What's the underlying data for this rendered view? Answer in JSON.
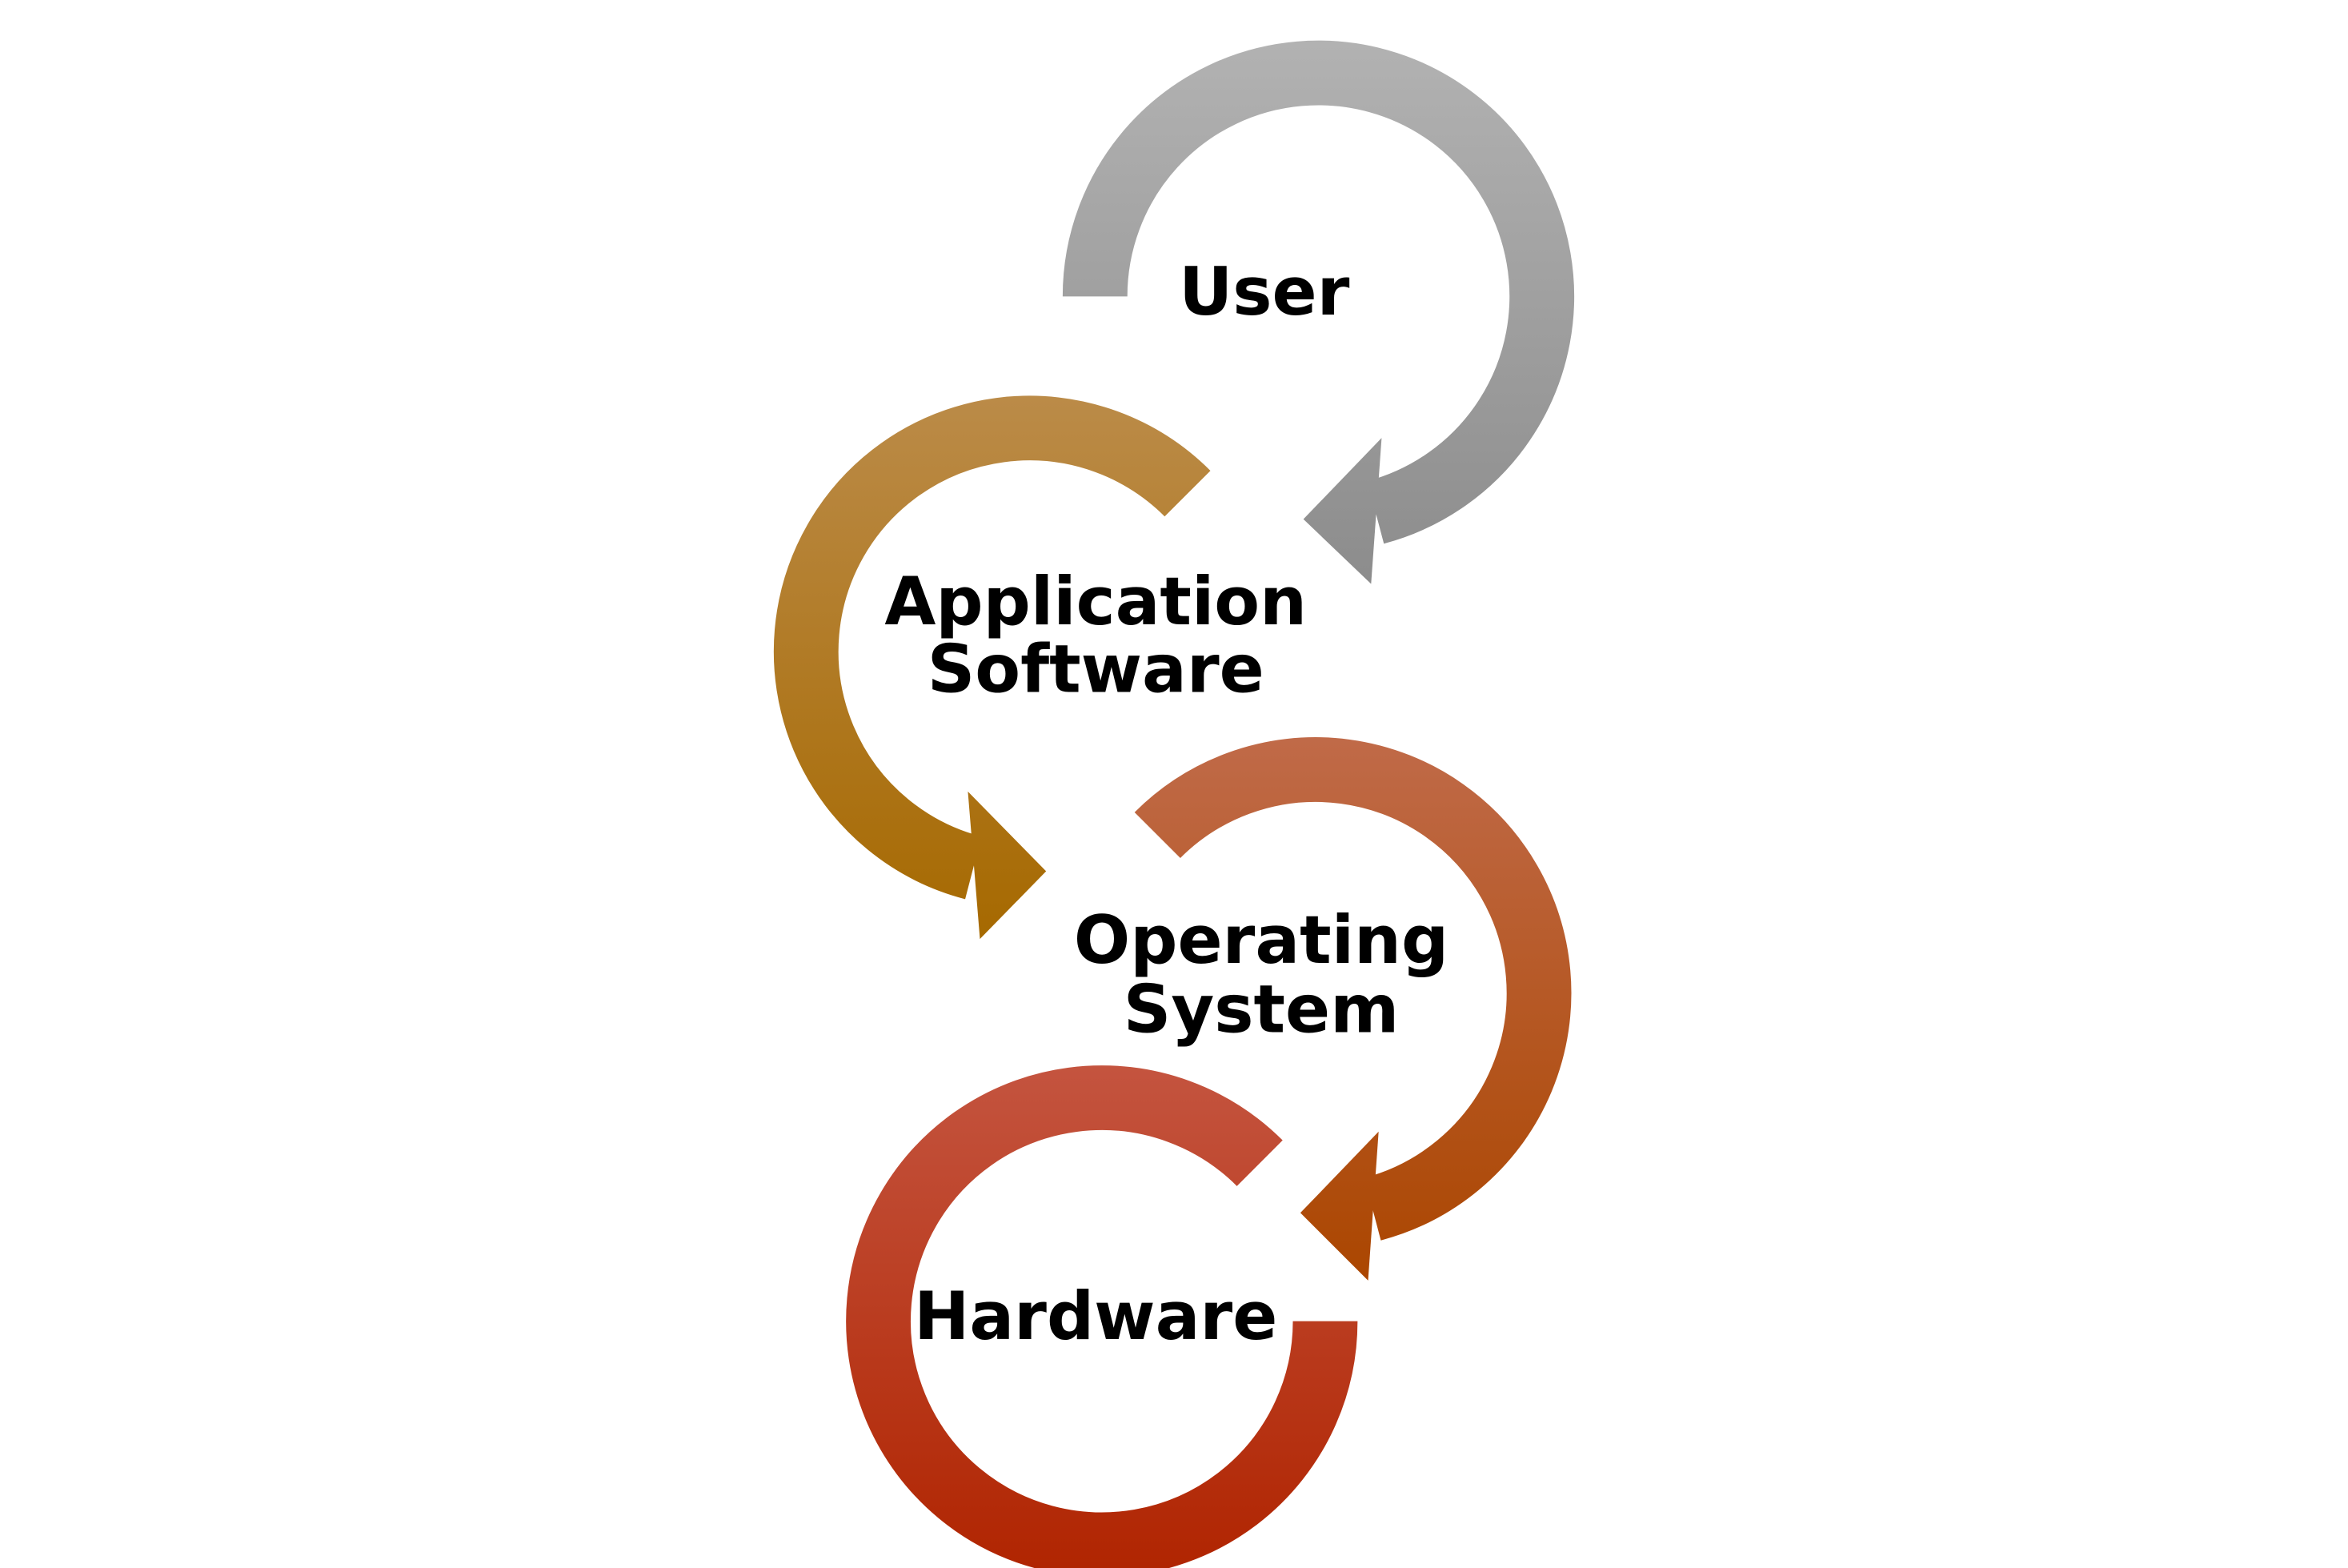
{
  "diagram": {
    "stages": [
      {
        "label_lines": [
          "User"
        ],
        "color_top": "#b2b2b2",
        "color_bottom": "#8c8c8c"
      },
      {
        "label_lines": [
          "Application",
          "Software"
        ],
        "color_top": "#bb8b48",
        "color_bottom": "#a66900"
      },
      {
        "label_lines": [
          "Operating",
          "System"
        ],
        "color_top": "#c06a48",
        "color_bottom": "#ab4600"
      },
      {
        "label_lines": [
          "Hardware"
        ],
        "color_top": "#c4543f",
        "color_bottom": "#b02400"
      }
    ]
  }
}
